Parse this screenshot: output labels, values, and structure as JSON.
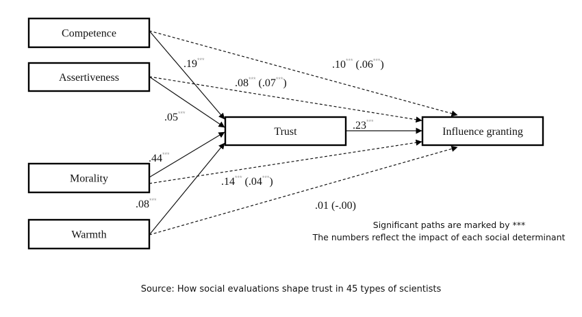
{
  "nodes": {
    "competence": {
      "label": "Competence"
    },
    "assertiveness": {
      "label": "Assertiveness"
    },
    "morality": {
      "label": "Morality"
    },
    "warmth": {
      "label": "Warmth"
    },
    "trust": {
      "label": "Trust"
    },
    "influence": {
      "label": "Influence granting"
    }
  },
  "edges": [
    {
      "id": "competence-trust",
      "from": "competence",
      "to": "trust",
      "style": "solid",
      "coef": ".19",
      "sig": "***",
      "paren": "",
      "paren_sig": ""
    },
    {
      "id": "assertiveness-trust",
      "from": "assertiveness",
      "to": "trust",
      "style": "solid",
      "coef": ".05",
      "sig": "***",
      "paren": "",
      "paren_sig": ""
    },
    {
      "id": "morality-trust",
      "from": "morality",
      "to": "trust",
      "style": "solid",
      "coef": ".44",
      "sig": "***",
      "paren": "",
      "paren_sig": ""
    },
    {
      "id": "warmth-trust",
      "from": "warmth",
      "to": "trust",
      "style": "solid",
      "coef": ".08",
      "sig": "***",
      "paren": "",
      "paren_sig": ""
    },
    {
      "id": "trust-influence",
      "from": "trust",
      "to": "influence",
      "style": "solid",
      "coef": ".23",
      "sig": "***",
      "paren": "",
      "paren_sig": ""
    },
    {
      "id": "competence-influence",
      "from": "competence",
      "to": "influence",
      "style": "dashed",
      "coef": ".10",
      "sig": "***",
      "paren": ".06",
      "paren_sig": "***"
    },
    {
      "id": "assertiveness-influence",
      "from": "assertiveness",
      "to": "influence",
      "style": "dashed",
      "coef": ".08",
      "sig": "***",
      "paren": ".07",
      "paren_sig": "***"
    },
    {
      "id": "morality-influence",
      "from": "morality",
      "to": "influence",
      "style": "dashed",
      "coef": ".14",
      "sig": "***",
      "paren": ".04",
      "paren_sig": "***"
    },
    {
      "id": "warmth-influence",
      "from": "warmth",
      "to": "influence",
      "style": "dashed",
      "coef": ".01",
      "sig": "",
      "paren": "-.00",
      "paren_sig": ""
    }
  ],
  "notes": {
    "significance": "Significant paths are marked by ***",
    "impact": "The numbers reflect the impact of each social determinant"
  },
  "source": "Source: How social evaluations shape trust in 45 types of scientists"
}
